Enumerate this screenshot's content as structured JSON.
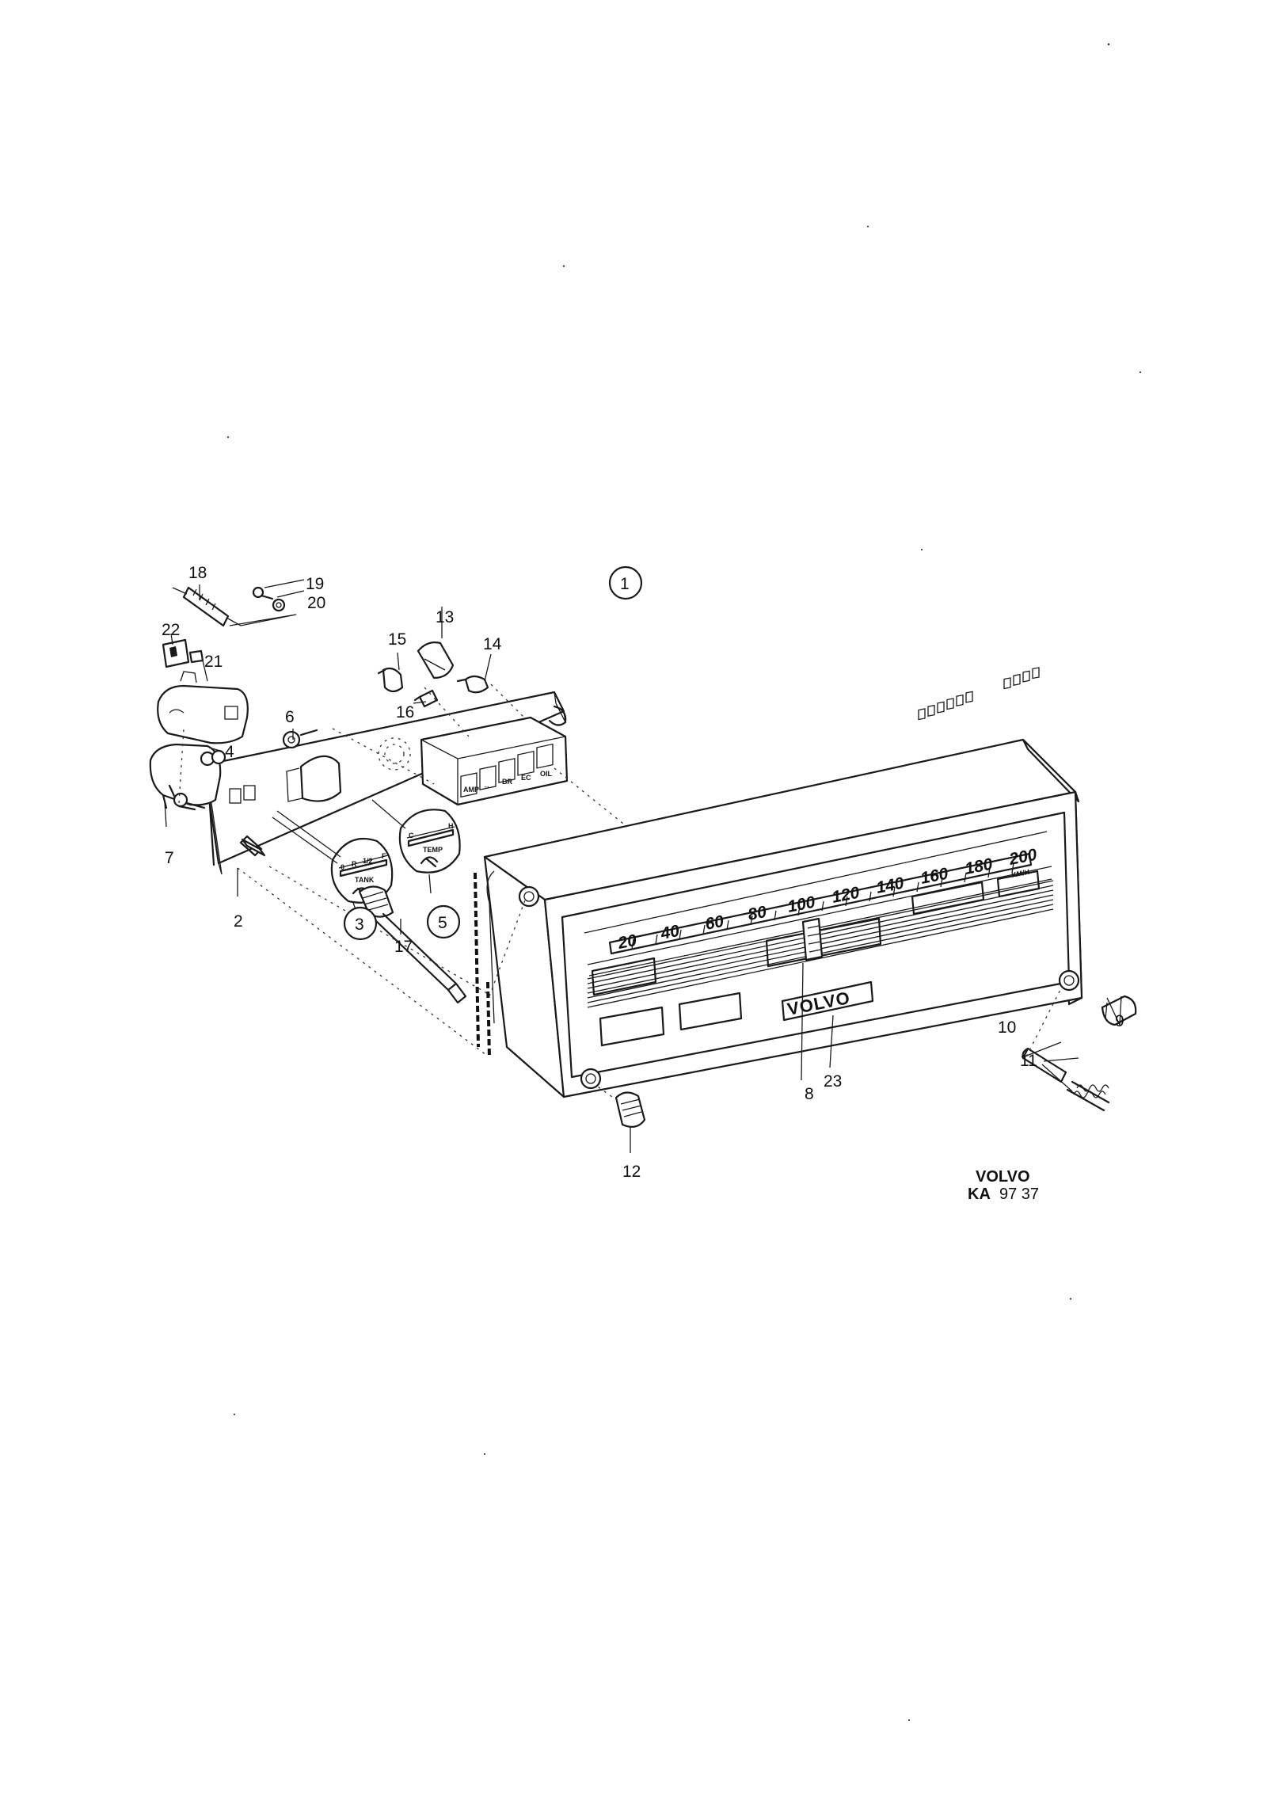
{
  "callouts": {
    "c1": "1",
    "c2": "2",
    "c3": "3",
    "c4": "4",
    "c5": "5",
    "c6": "6",
    "c7": "7",
    "c8": "8",
    "c9": "9",
    "c10": "10",
    "c11": "11",
    "c12": "12",
    "c13": "13",
    "c14": "14",
    "c15": "15",
    "c16": "16",
    "c17": "17",
    "c18": "18",
    "c19": "19",
    "c20": "20",
    "c21": "21",
    "c22": "22",
    "c23": "23"
  },
  "speedometer": {
    "scale": [
      "20",
      "40",
      "60",
      "80",
      "100",
      "120",
      "140",
      "160",
      "180",
      "200"
    ],
    "unit": "KM/H",
    "badge": "VOLVO"
  },
  "fuel_gauge": {
    "e": "0",
    "r": "R",
    "half": "1/2",
    "f": "F",
    "label": "TANK"
  },
  "temp_gauge": {
    "c": "C",
    "h": "H",
    "label": "TEMP"
  },
  "indicators": [
    "AMP",
    "↔",
    "BR",
    "EC",
    "OIL"
  ],
  "footer": {
    "brand": "VOLVO",
    "code_prefix": "KA",
    "code_number": "97 37"
  }
}
